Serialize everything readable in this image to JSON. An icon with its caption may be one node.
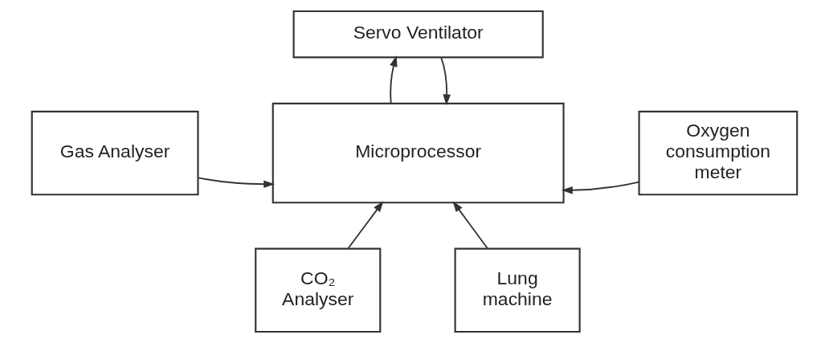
{
  "diagram": {
    "nodes": [
      {
        "text": [
          "Servo Ventilator"
        ]
      },
      {
        "text": [
          "Gas Analyser"
        ]
      },
      {
        "text": [
          "Microprocessor"
        ]
      },
      {
        "text": [
          "Oxygen consumption meter"
        ]
      },
      {
        "text": [
          "CO₂ Analyser"
        ]
      },
      {
        "text": [
          "Lung machine"
        ]
      }
    ],
    "edges": [
      {
        "from": 2,
        "to": 0,
        "arrow": "to"
      },
      {
        "from": 0,
        "to": 2,
        "arrow": "to"
      },
      {
        "from": 1,
        "to": 2,
        "arrow": "to"
      },
      {
        "from": 3,
        "to": 2,
        "arrow": "to"
      },
      {
        "from": 4,
        "to": 2,
        "arrow": "to"
      },
      {
        "from": 5,
        "to": 2,
        "arrow": "to"
      }
    ]
  }
}
